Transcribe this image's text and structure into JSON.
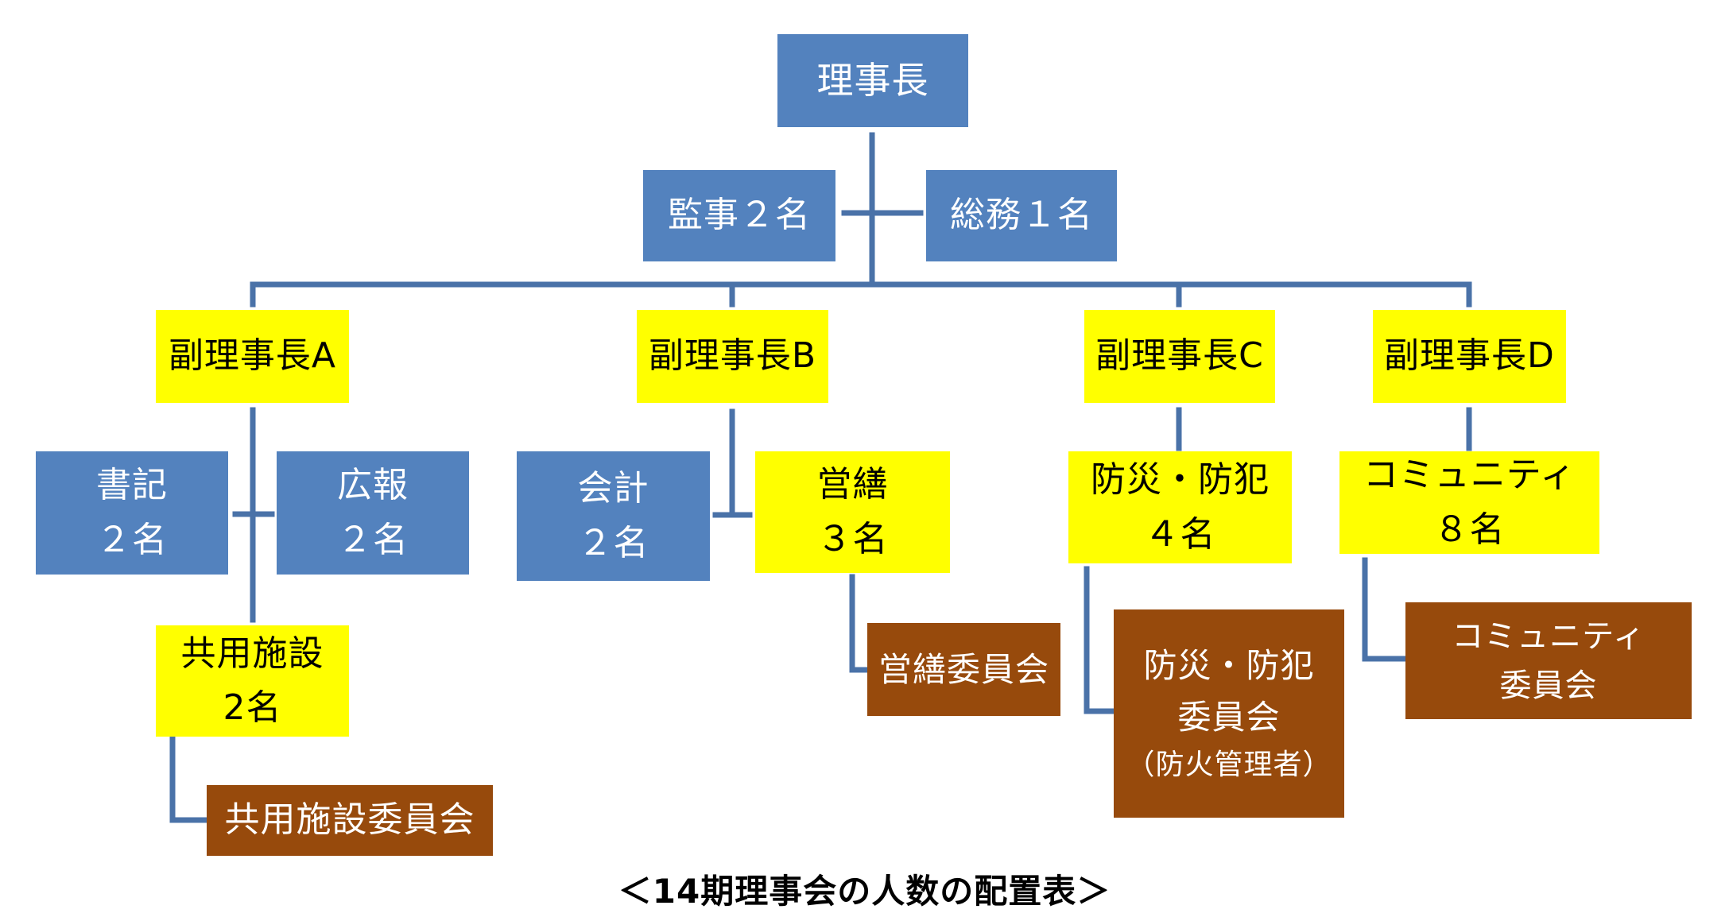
{
  "colors": {
    "blue": "#5382be",
    "yellow": "#ffff00",
    "brown": "#974a0c",
    "connector": "#4a72a8"
  },
  "top": {
    "chairman": "理事長",
    "auditor": "監事２名",
    "general_affairs": "総務１名"
  },
  "vice_a": {
    "title": "副理事長A",
    "secretary": [
      "書記",
      "２名"
    ],
    "pr": [
      "広報",
      "２名"
    ],
    "facilities": [
      "共用施設",
      "2名"
    ],
    "facilities_committee": "共用施設委員会"
  },
  "vice_b": {
    "title": "副理事長B",
    "accounting": [
      "会計",
      "２名"
    ],
    "repairs": [
      "営繕",
      "３名"
    ],
    "repairs_committee": "営繕委員会"
  },
  "vice_c": {
    "title": "副理事長C",
    "disaster": [
      "防災・防犯",
      "４名"
    ],
    "disaster_committee": [
      "防災・防犯",
      "委員会",
      "（防火管理者）"
    ]
  },
  "vice_d": {
    "title": "副理事長D",
    "community": [
      "コミュニティ",
      "８名"
    ],
    "community_committee": [
      "コミュニティ",
      "委員会"
    ]
  },
  "caption": "＜14期理事会の人数の配置表＞"
}
